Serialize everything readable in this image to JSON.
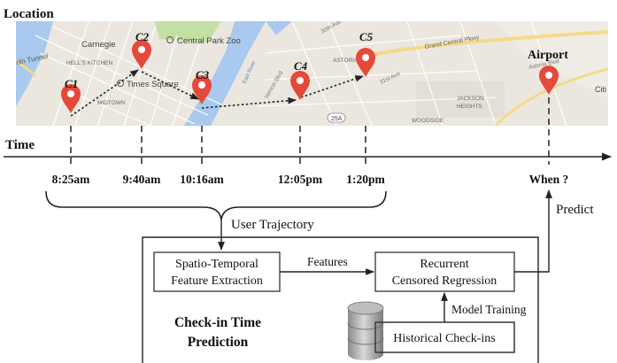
{
  "labels": {
    "location": "Location",
    "time": "Time",
    "when": "When ?",
    "airport": "Airport",
    "user_trajectory": "User Trajectory",
    "predict": "Predict",
    "features": "Features",
    "model_training": "Model Training"
  },
  "checkins": [
    {
      "label": "C1",
      "time": "8:25am"
    },
    {
      "label": "C2",
      "time": "9:40am"
    },
    {
      "label": "C3",
      "time": "10:16am"
    },
    {
      "label": "C4",
      "time": "12:05pm"
    },
    {
      "label": "C5",
      "time": "1:20pm"
    }
  ],
  "map_labels": {
    "lincoln_tunnel": "Lincoln Tunnel",
    "carnegie": "Carnegie",
    "central_park_zoo": "Central Park Zoo",
    "hells_kitchen": "HELL'S KITCHEN",
    "times_square": "Times Square",
    "midtown": "MIDTOWN",
    "ave_30th": "30th Ave",
    "astoria": "ASTORIA",
    "grand_central_pkwy": "Grand Central Pkwy",
    "ave_31st": "31st Ave",
    "vernon_blvd": "Vernon Blvd",
    "astoria_blvd": "Astoria Blvd",
    "jackson_heights_1": "JACKSON",
    "jackson_heights_2": "HEIGHTS",
    "woodside": "WOODSIDE",
    "route_25a": "25A",
    "east_river": "East River",
    "city_partial": "Citi"
  },
  "boxes": {
    "feature_line1": "Spatio-Temporal",
    "feature_line2": "Feature Extraction",
    "recurrent_line1": "Recurrent",
    "recurrent_line2": "Censored Regression",
    "historical": "Historical Check-ins",
    "panel_line1": "Check-in Time",
    "panel_line2": "Prediction"
  },
  "colors": {
    "pin": "#e5493a",
    "pin_dot": "#b22e22",
    "water": "#a9c9ef",
    "land": "#ebe7df",
    "park": "#c4dfa4",
    "road": "#ffffff",
    "highway": "#f4d98b"
  }
}
